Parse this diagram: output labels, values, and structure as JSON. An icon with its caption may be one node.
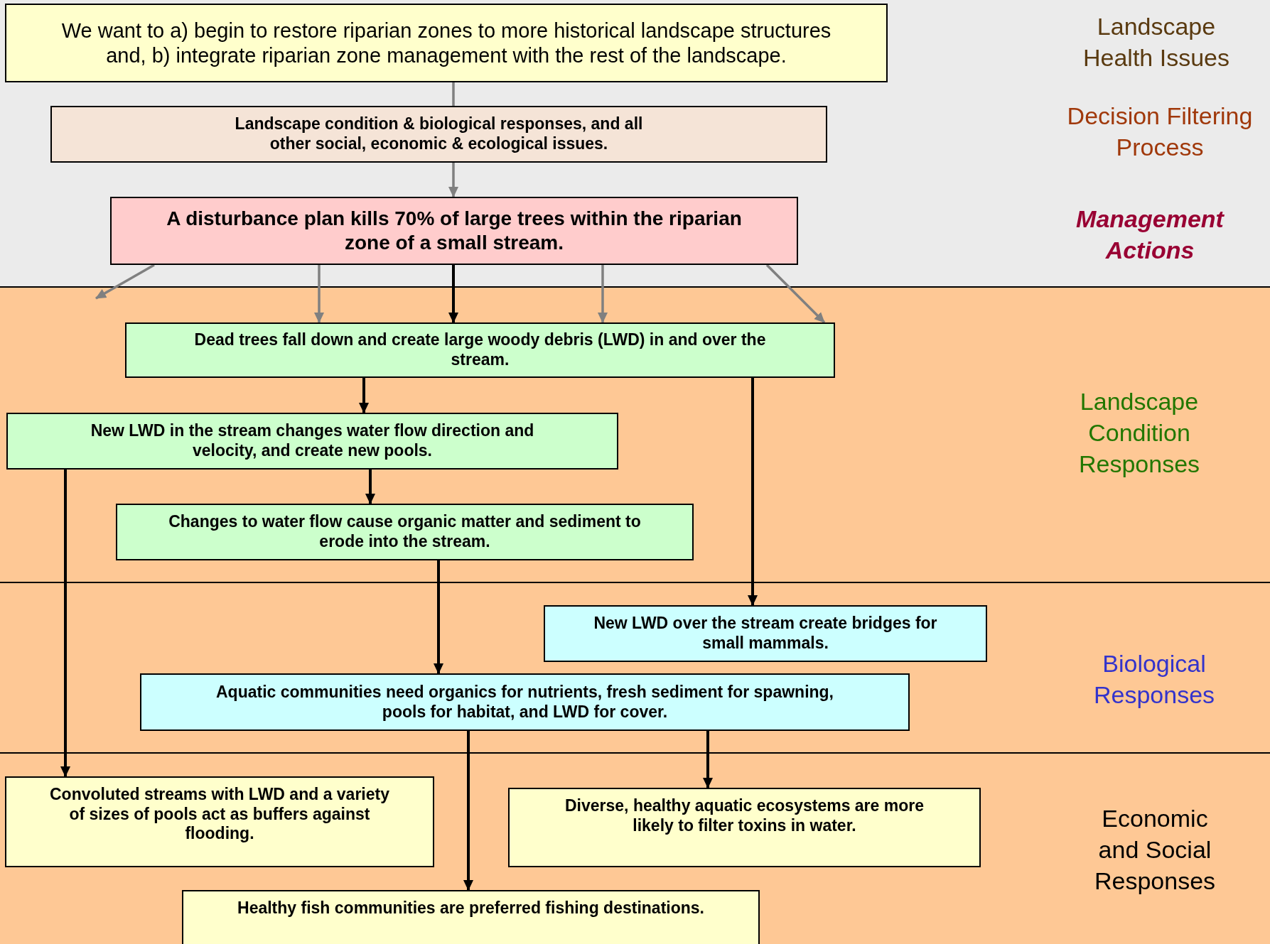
{
  "diagram": {
    "nodes": [
      {
        "text": [
          "We want to a) begin to restore riparian zones to more historical landscape structures and, b) integrate riparian zone management with the rest of the landscape."
        ]
      },
      {
        "text": [
          "Landscape condition & biological responses, and all other social, economic & ecological issues."
        ]
      },
      {
        "text": [
          "A disturbance plan kills 70% of large trees within the riparian zone of a small stream."
        ]
      },
      {
        "text": [
          "Dead trees fall down and create large woody debris (LWD) in and over the stream."
        ]
      },
      {
        "text": [
          "New LWD in the stream changes water flow direction and velocity, and create new pools."
        ]
      },
      {
        "text": [
          "Changes to water flow cause organic matter and sediment to erode into the stream."
        ]
      },
      {
        "text": [
          "New LWD over the stream create bridges for small mammals."
        ]
      },
      {
        "text": [
          "Aquatic communities need organics for nutrients, fresh sediment for spawning, pools for habitat, and LWD for cover."
        ]
      },
      {
        "text": [
          "Convoluted streams with LWD and a variety of sizes of pools act as buffers against flooding."
        ]
      },
      {
        "text": [
          "Diverse, healthy aquatic ecosystems are more likely to filter toxins in water."
        ]
      },
      {
        "text": [
          "Healthy fish communities are preferred fishing destinations."
        ]
      }
    ],
    "edges": [
      {
        "from": 0,
        "to": 1,
        "arrow": "none",
        "color": "#808080"
      },
      {
        "from": 1,
        "to": 2,
        "arrow": "to",
        "color": "#808080"
      },
      {
        "from": 2,
        "to": null,
        "arrow": "to",
        "color": "#808080"
      },
      {
        "from": 2,
        "to": 3,
        "arrow": "to",
        "color": "#808080"
      },
      {
        "from": 2,
        "to": 3,
        "arrow": "to"
      },
      {
        "from": 2,
        "to": 3,
        "arrow": "to",
        "color": "#808080"
      },
      {
        "from": 2,
        "to": 3,
        "arrow": "to",
        "color": "#808080"
      },
      {
        "from": 3,
        "to": 4,
        "arrow": "to"
      },
      {
        "from": 3,
        "to": 6,
        "arrow": "to"
      },
      {
        "from": 4,
        "to": 5,
        "arrow": "to"
      },
      {
        "from": 4,
        "to": 8,
        "arrow": "to"
      },
      {
        "from": 5,
        "to": 7,
        "arrow": "to"
      },
      {
        "from": 7,
        "to": 10,
        "arrow": "to"
      },
      {
        "from": 7,
        "to": 9,
        "arrow": "to"
      }
    ],
    "labels": [
      "Landscape Health Issues",
      "Decision Filtering Process",
      "Management Actions",
      "Landscape Condition Responses",
      "Biological Responses",
      "Economic and Social Responses"
    ]
  }
}
